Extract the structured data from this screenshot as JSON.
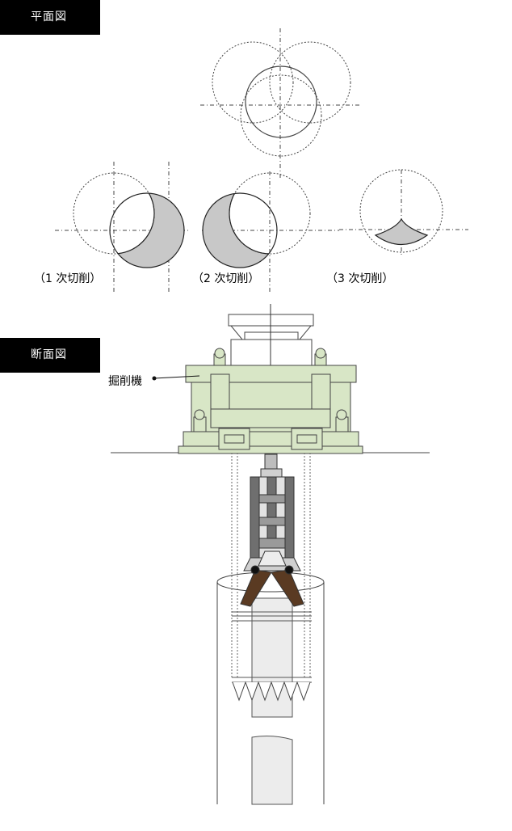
{
  "plan_view": {
    "heading": "平面図",
    "steps": [
      {
        "label": "（1 次切削）"
      },
      {
        "label": "（2 次切削）"
      },
      {
        "label": "（3 次切削）"
      }
    ]
  },
  "section_view": {
    "heading": "断面図",
    "machine_label": "掘削機"
  },
  "colors": {
    "machine_fill": "#d8e6c6",
    "cut_fill": "#c8c8c8",
    "cutter_fill": "#5a3a22",
    "frame_fill": "#6f6f6f",
    "casing_fill": "#ececec"
  }
}
